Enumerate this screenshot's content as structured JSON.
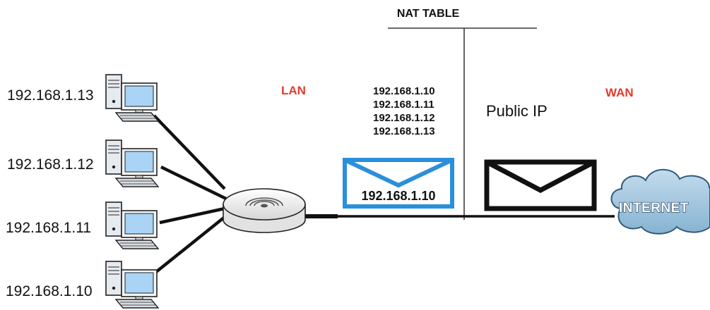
{
  "nat_table": {
    "title": "NAT TABLE",
    "entries": [
      "192.168.1.10",
      "192.168.1.11",
      "192.168.1.12",
      "192.168.1.13"
    ]
  },
  "zones": {
    "lan": "LAN",
    "wan": "WAN"
  },
  "public_ip_label": "Public IP",
  "lan_packet_label": "192.168.1.10",
  "internet_label": "INTERNET",
  "computers": [
    "192.168.1.13",
    "192.168.1.12",
    "192.168.1.11",
    "192.168.1.10"
  ],
  "colors": {
    "zone_label": "#e53a2a",
    "lan_envelope": "#2b8fdb",
    "wan_envelope": "#111111",
    "cloud": "#9fc4dd",
    "monitor_screen": "#a9d4f5"
  }
}
